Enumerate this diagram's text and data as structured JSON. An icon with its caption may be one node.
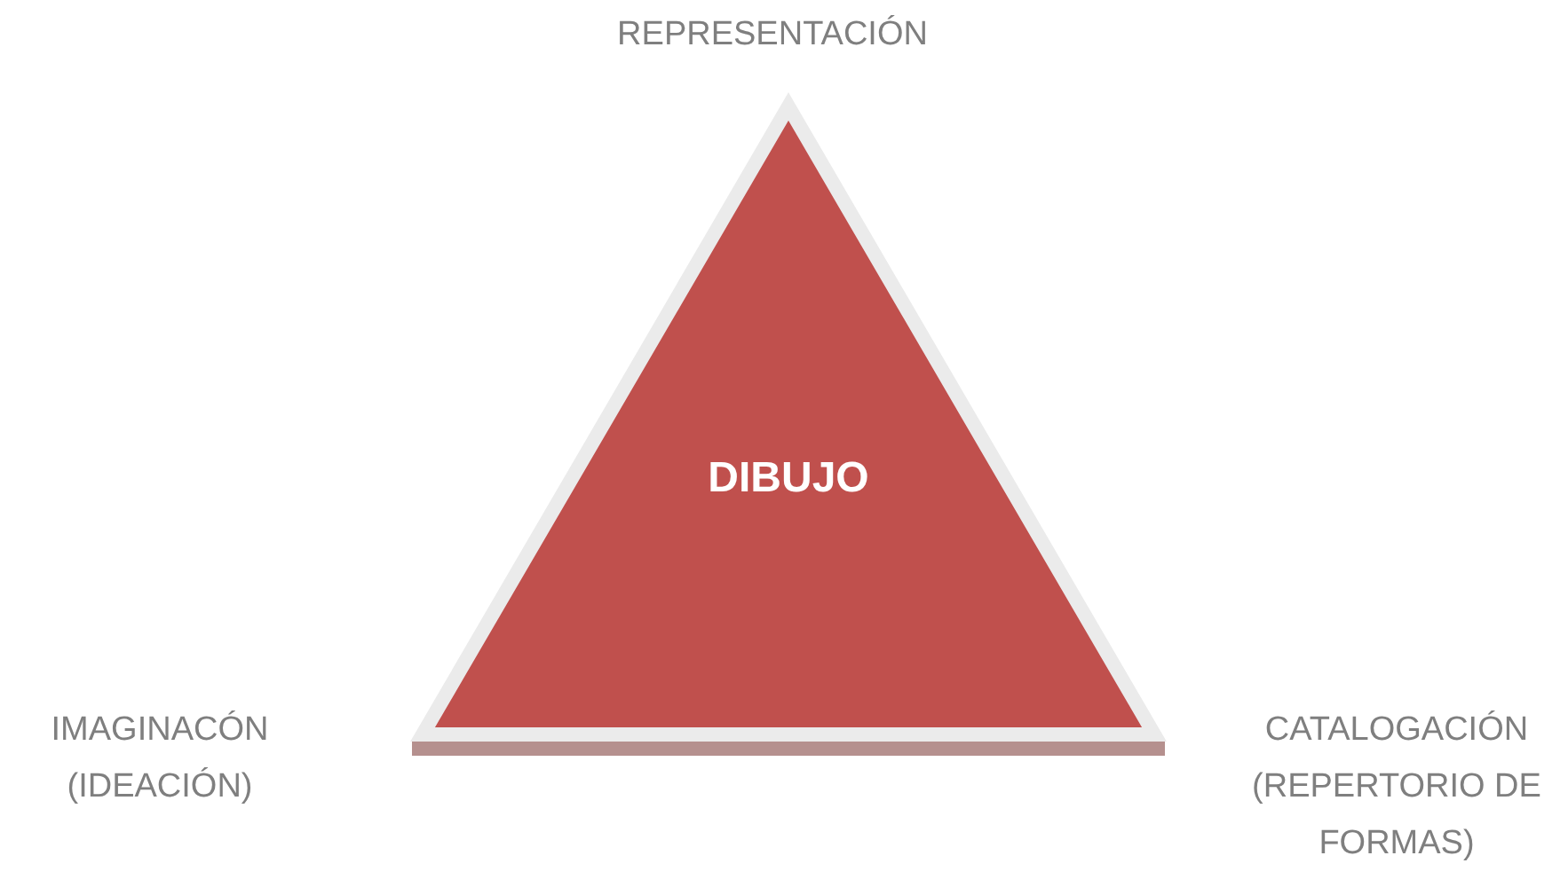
{
  "diagram": {
    "nodes": [
      {
        "text": [
          "DIBUJO"
        ]
      }
    ],
    "labels": [
      "REPRESENTACIÓN",
      "IMAGINACÓN (IDEACIÓN)",
      "CATALOGACIÓN (REPERTORIO DE FORMAS)"
    ]
  }
}
